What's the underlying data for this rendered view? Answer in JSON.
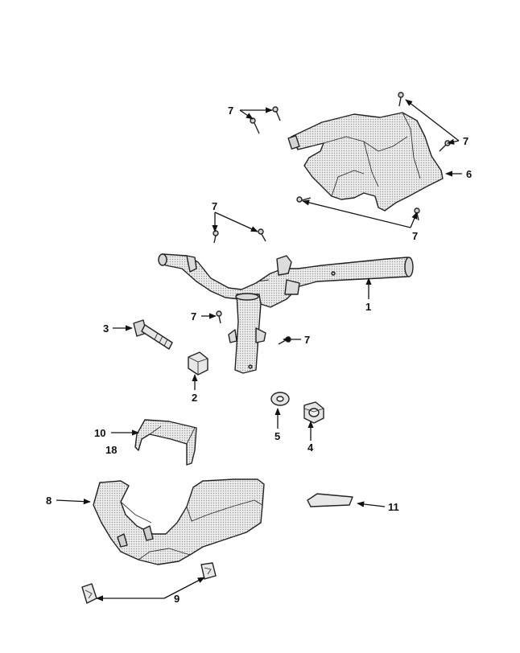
{
  "callouts": [
    {
      "id": "c1",
      "text": "1"
    },
    {
      "id": "c2",
      "text": "2"
    },
    {
      "id": "c3",
      "text": "3"
    },
    {
      "id": "c4",
      "text": "4"
    },
    {
      "id": "c5",
      "text": "5"
    },
    {
      "id": "c6",
      "text": "6"
    },
    {
      "id": "c7a",
      "text": "7"
    },
    {
      "id": "c7b",
      "text": "7"
    },
    {
      "id": "c7c",
      "text": "7"
    },
    {
      "id": "c7d",
      "text": "7"
    },
    {
      "id": "c7e",
      "text": "7"
    },
    {
      "id": "c7f",
      "text": "7"
    },
    {
      "id": "c8",
      "text": "8"
    },
    {
      "id": "c9",
      "text": "9"
    },
    {
      "id": "c10",
      "text": "10"
    },
    {
      "id": "c11",
      "text": "11"
    },
    {
      "id": "c18",
      "text": "18"
    }
  ],
  "colors": {
    "line": "#111111",
    "part_fill": "#e2e2e2",
    "background": "#ffffff"
  }
}
